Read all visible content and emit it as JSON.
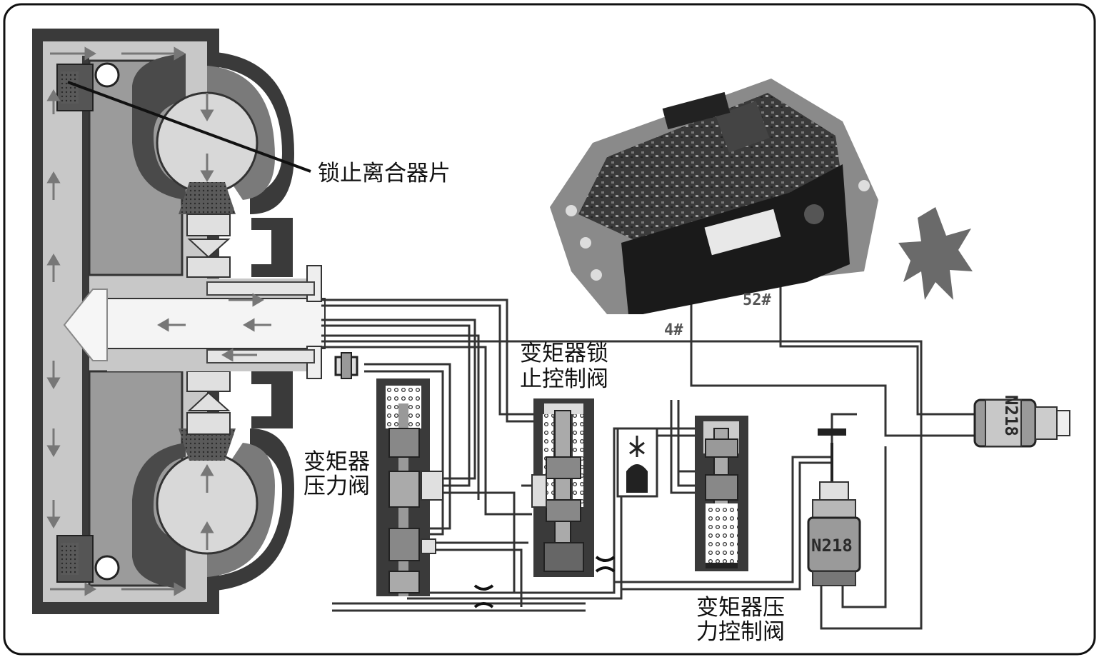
{
  "labels": {
    "clutch_plate": "锁止离合器片",
    "lockup_valve_line1": "变矩器锁",
    "lockup_valve_line2": "止控制阀",
    "pressure_valve_line1": "变矩器",
    "pressure_valve_line2": "压力阀",
    "pressure_control_line1": "变矩器压",
    "pressure_control_line2": "力控制阀"
  },
  "pins": {
    "pin_4": "4#",
    "pin_52": "52#"
  },
  "solenoids": {
    "solenoid_right": "N218",
    "solenoid_bottom": "N218"
  }
}
